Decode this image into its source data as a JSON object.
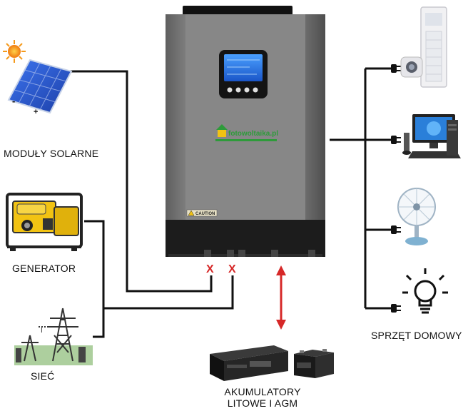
{
  "labels": {
    "solar": "MODUŁY SOLARNE",
    "generator": "GENERATOR",
    "grid": "SIEĆ",
    "battery_line1": "AKUMULATORY",
    "battery_line2": "LITOWE I AGM",
    "home": "SPRZĘT DOMOWY"
  },
  "panel": {
    "minus": "-",
    "plus": "+"
  },
  "grid_tower": {
    "mark": "I"
  },
  "inverter": {
    "brand": "fotowoltaika.pl",
    "caution": "CAUTION",
    "connection_marks": [
      "X",
      "X"
    ]
  },
  "devices": [
    "air-conditioner",
    "desktop-computer",
    "electric-fan",
    "light-bulb"
  ],
  "colors": {
    "wire": "#111111",
    "arrow": "#d62828",
    "x_mark": "#d62828",
    "inverter_body": "#7d7d7d",
    "inverter_dark": "#1c1c1c",
    "lcd": "#1e6fe0",
    "panel_blue": "#2a5bd7",
    "generator_yellow": "#f2c313",
    "sun": "#f59a1b",
    "brand_green": "#2e9b3a"
  }
}
